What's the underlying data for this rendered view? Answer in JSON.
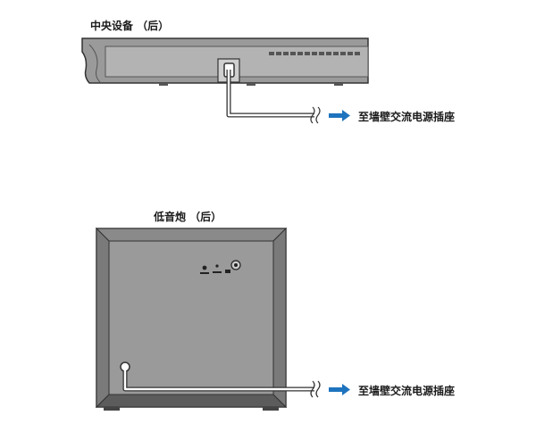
{
  "center_unit": {
    "title": "中央设备 （后）",
    "outlet_label": "至墙壁交流电源插座"
  },
  "subwoofer": {
    "title": "低音炮 （后）",
    "outlet_label": "至墙壁交流电源插座"
  },
  "colors": {
    "arrow": "#1e73be",
    "panel": "#9a9a9a",
    "panel_dark": "#6e6e6e",
    "outline": "#333333"
  }
}
